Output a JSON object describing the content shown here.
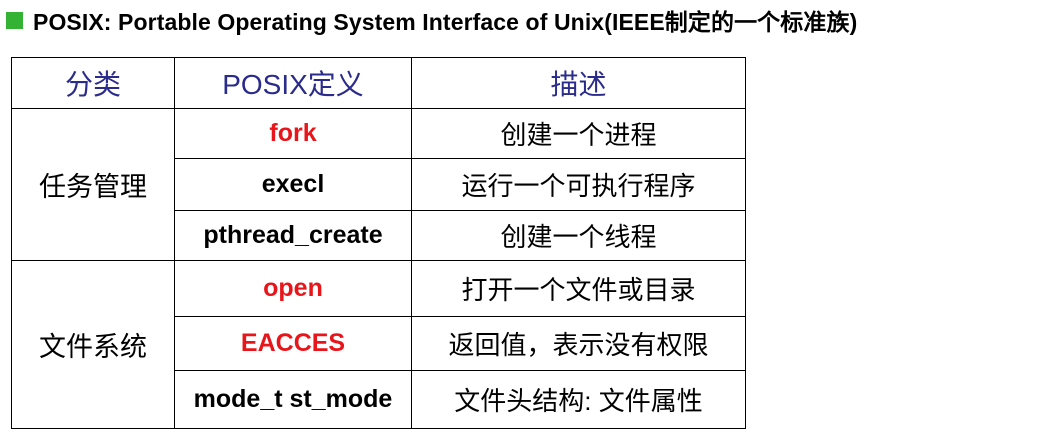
{
  "heading": {
    "bullet_color": "#33b233",
    "text": "POSIX: Portable Operating System Interface of Unix(IEEE制定的一个标准族)"
  },
  "table": {
    "headers": {
      "category": "分类",
      "definition_latin": "POSIX",
      "definition_cjk": "定义",
      "description": "描述"
    },
    "groups": [
      {
        "category": "任务管理",
        "rows": [
          {
            "definition": "fork",
            "highlight": true,
            "description": "创建一个进程"
          },
          {
            "definition": "execl",
            "highlight": false,
            "description": "运行一个可执行程序"
          },
          {
            "definition": "pthread_create",
            "highlight": false,
            "description": "创建一个线程"
          }
        ]
      },
      {
        "category": "文件系统",
        "rows": [
          {
            "definition": "open",
            "highlight": true,
            "description": "打开一个文件或目录"
          },
          {
            "definition": "EACCES",
            "highlight": true,
            "description": "返回值，表示没有权限"
          },
          {
            "definition": "mode_t st_mode",
            "highlight": false,
            "description": "文件头结构: 文件属性"
          }
        ]
      }
    ],
    "colors": {
      "header_text": "#2b2b8c",
      "highlight_text": "#e8161a",
      "normal_text": "#000000"
    }
  }
}
